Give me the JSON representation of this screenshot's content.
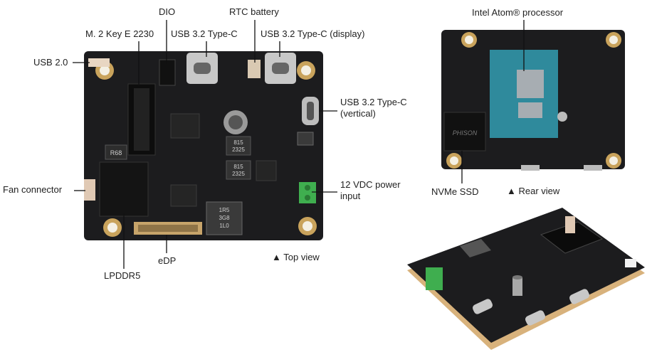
{
  "top_view": {
    "caption": "▲  Top view",
    "labels": {
      "dio": "DIO",
      "rtc_battery": "RTC battery",
      "m2": "M. 2 Key E 2230",
      "usb_typec": "USB 3.2 Type-C",
      "usb_typec_display": "USB 3.2 Type-C (display)",
      "usb2": "USB 2.0",
      "usb_typec_vertical": "USB 3.2 Type-C\n(vertical)",
      "fan": "Fan connector",
      "power": "12 VDC power\ninput",
      "edp": "eDP",
      "lpddr5": "LPDDR5"
    },
    "chip_marks": [
      "R68",
      "815",
      "2325",
      "815",
      "2325",
      "1R5",
      "3G8",
      "1L0"
    ]
  },
  "rear_view": {
    "caption": "▲  Rear view",
    "labels": {
      "processor": "Intel Atom® processor",
      "ssd": "NVMe SSD"
    },
    "ssd_brand": "PHISON"
  },
  "colors": {
    "pcb": "#1c1c1e",
    "mount_hole": "#c9a35c",
    "connector_green": "#3fae4f",
    "die": "#2f8a9c",
    "leader_line": "#111111"
  }
}
